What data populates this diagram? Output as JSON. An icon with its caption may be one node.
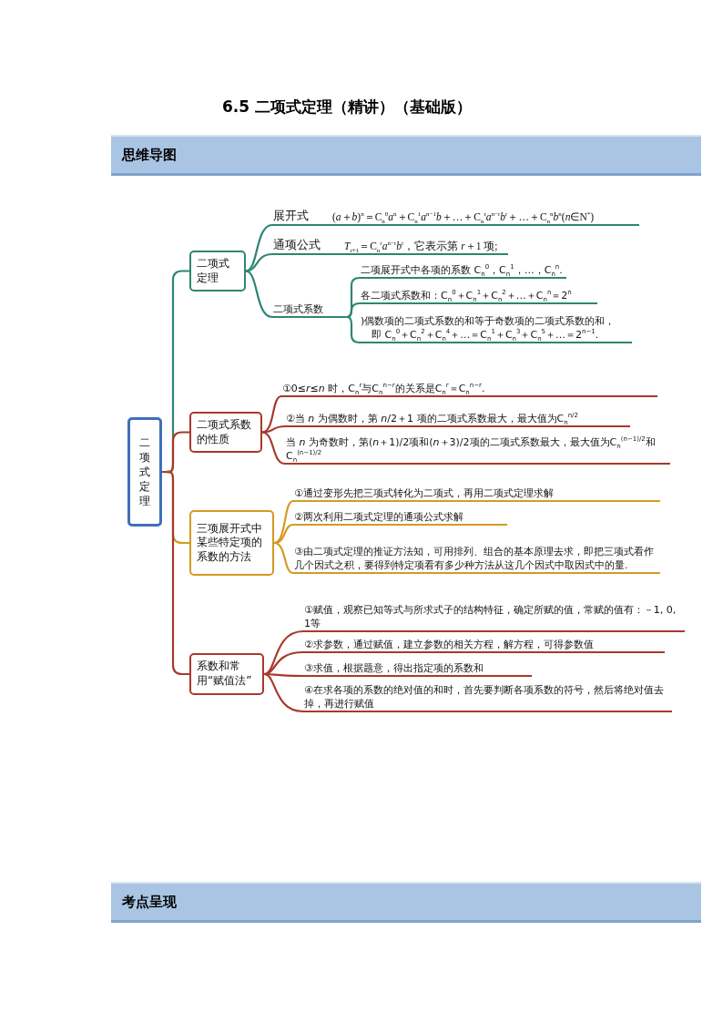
{
  "diagram": {
    "title": "6.5  二项式定理（精讲）（基础版）",
    "nodes": [
      {
        "text": [
          "二项式定理"
        ]
      },
      {
        "text": [
          "二项式定理"
        ]
      },
      {
        "text": [
          "展开式",
          "(*a*＋*b*)$^{n}$＝C$_{n}$$^{0}$*a*$^{n}$＋C$_{n}$$^{1}$*a*$^{n−1}$*b*＋…＋C$_{n}$$^{r}$*a*$^{n−r}$*b*$^{r}$＋…＋C$_{n}$$^{n}$*b*$^{n}$(*n*∈N$^{*}$)"
        ]
      },
      {
        "text": [
          "通项公式",
          "*T*$_{r+1}$＝C$_{n}$$^{r}$*a*$^{n−r}$*b*$^{r}$，它表示第 *r*＋1 项;"
        ]
      },
      {
        "text": [
          "二项式系数"
        ]
      },
      {
        "text": [
          "二项展开式中各项的系数 C$_{n}$$^{0}$，C$_{n}$$^{1}$，…，C$_{n}$$^{n}$."
        ]
      },
      {
        "text": [
          "各二项式系数和：C$_{n}$$^{0}$＋C$_{n}$$^{1}$＋C$_{n}$$^{2}$＋…＋C$_{n}$$^{n}$＝2$^{n}$"
        ]
      },
      {
        "text": [
          ")偶数项的二项式系数的和等于奇数项的二项式系数的和，",
          "即 C$_{n}$$^{0}$＋C$_{n}$$^{2}$＋C$_{n}$$^{4}$＋…＝C$_{n}$$^{1}$＋C$_{n}$$^{3}$＋C$_{n}$$^{5}$＋…＝2$^{n−1}$."
        ]
      },
      {
        "text": [
          "二项式系数的性质"
        ]
      },
      {
        "text": [
          "①0≤*r*≤*n* 时，C$_{n}$$^{r}$与C$_{n}$$^{n−r}$的关系是C$_{n}$$^{r}$＝C$_{n}$$^{n−r}$."
        ]
      },
      {
        "text": [
          "②当 *n* 为偶数时，第 *n*/2＋1 项的二项式系数最大，最大值为C$_{n}$$^{n/2}$"
        ]
      },
      {
        "text": [
          "当 *n* 为奇数时，第(*n*＋1)/2项和(*n*＋3)/2项的二项式系数最大，最大值为C$_{n}$$^{(n−1)/2}$和C$_{n}$$^{(n−1)/2}$"
        ]
      },
      {
        "text": [
          "三项展开式中某些特定项的系数的方法"
        ]
      },
      {
        "text": [
          "①通过变形先把三项式转化为二项式，再用二项式定理求解"
        ]
      },
      {
        "text": [
          "②两次利用二项式定理的通项公式求解"
        ]
      },
      {
        "text": [
          "③由二项式定理的推证方法知，可用排列、组合的基本原理去求，即把三项式看作几个因式之积，要得到特定项看有多少种方法从这几个因式中取因式中的量."
        ]
      },
      {
        "text": [
          "系数和常用“赋值法”"
        ]
      },
      {
        "text": [
          "①赋值，观察已知等式与所求式子的结构特征，确定所赋的值，常赋的值有：－1, 0, 1等"
        ]
      },
      {
        "text": [
          "②求参数，通过赋值，建立参数的相关方程，解方程，可得参数值"
        ]
      },
      {
        "text": [
          "③求值，根据题意，得出指定项的系数和"
        ]
      },
      {
        "text": [
          "④在求各项的系数的绝对值的和时，首先要判断各项系数的符号，然后将绝对值去掉，再进行赋值"
        ]
      }
    ],
    "edges": [
      {
        "from": 0,
        "to": 1,
        "arrow": "none",
        "color": "#2e8573"
      },
      {
        "from": 1,
        "to": 2,
        "arrow": "none",
        "color": "#2e8573"
      },
      {
        "from": 1,
        "to": 3,
        "arrow": "none",
        "color": "#2e8573"
      },
      {
        "from": 1,
        "to": 4,
        "arrow": "none",
        "color": "#2e8573"
      },
      {
        "from": 4,
        "to": 5,
        "arrow": "none",
        "color": "#2e8573"
      },
      {
        "from": 4,
        "to": 6,
        "arrow": "none",
        "color": "#2e8573"
      },
      {
        "from": 4,
        "to": 7,
        "arrow": "none",
        "color": "#2e8573"
      },
      {
        "from": 0,
        "to": 8,
        "arrow": "none"
      },
      {
        "from": 8,
        "to": 9,
        "arrow": "none"
      },
      {
        "from": 8,
        "to": 10,
        "arrow": "none"
      },
      {
        "from": 8,
        "to": 11,
        "arrow": "none"
      },
      {
        "from": 0,
        "to": 12,
        "arrow": "none",
        "color": "#d49a24"
      },
      {
        "from": 12,
        "to": 13,
        "arrow": "none",
        "color": "#d49a24"
      },
      {
        "from": 12,
        "to": 14,
        "arrow": "none",
        "color": "#d49a24"
      },
      {
        "from": 12,
        "to": 15,
        "arrow": "none",
        "color": "#d49a24"
      },
      {
        "from": 0,
        "to": 16,
        "arrow": "none"
      },
      {
        "from": 16,
        "to": 17,
        "arrow": "none"
      },
      {
        "from": 16,
        "to": 18,
        "arrow": "none"
      },
      {
        "from": 16,
        "to": 19,
        "arrow": "none"
      },
      {
        "from": 16,
        "to": 20,
        "arrow": "none"
      }
    ],
    "labels": [
      "思维导图",
      "考点呈现"
    ]
  }
}
